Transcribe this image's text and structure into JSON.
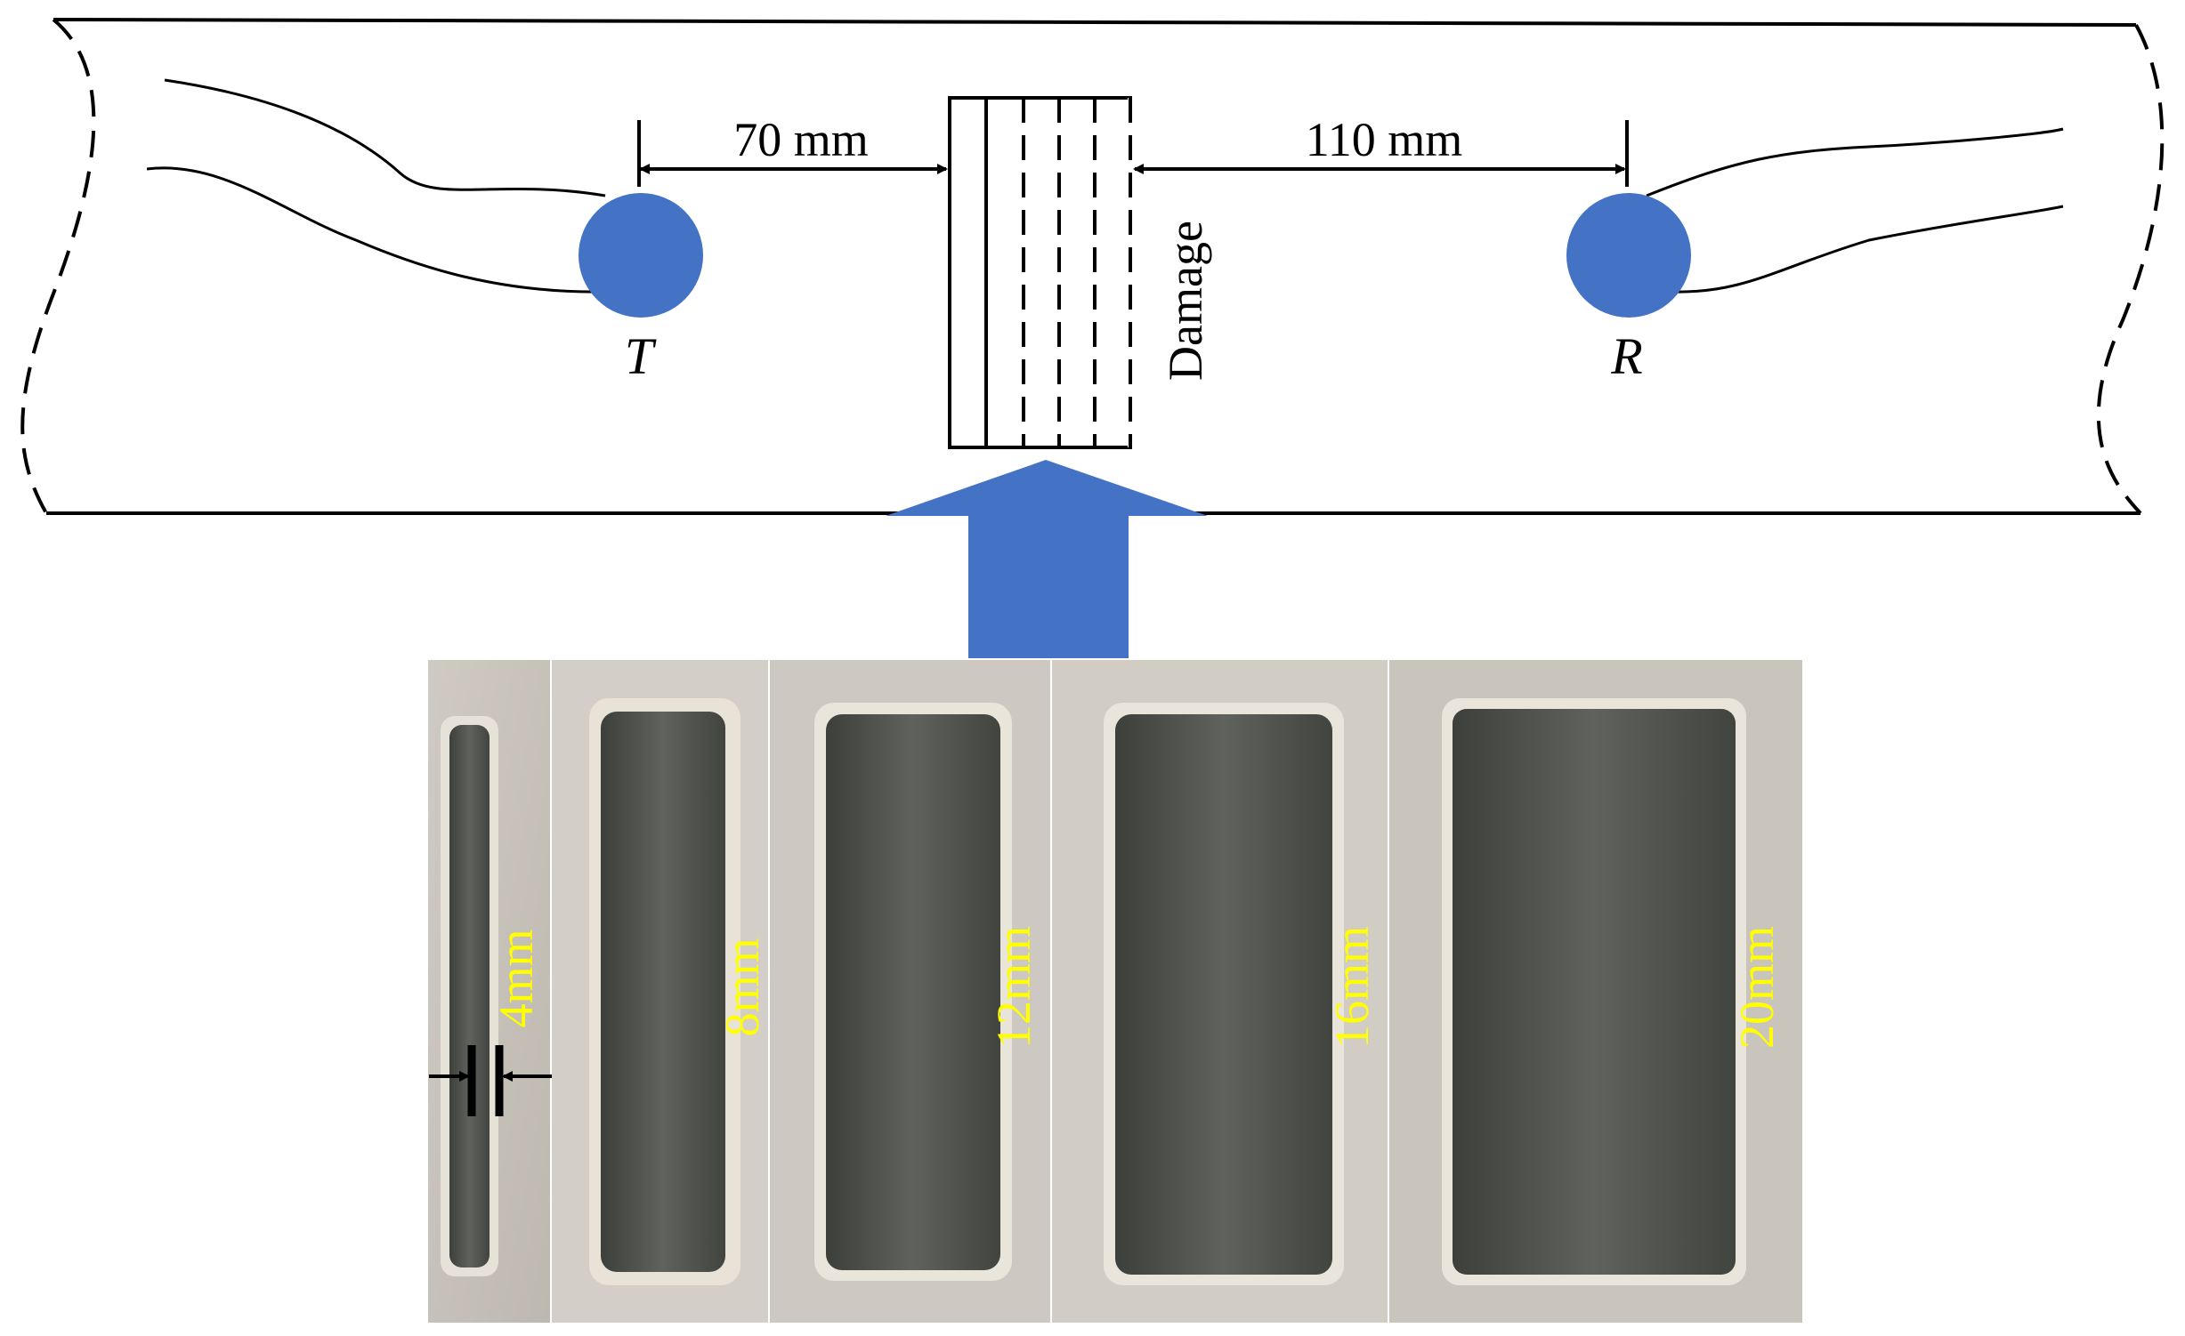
{
  "diagram": {
    "distance_left": "70 mm",
    "distance_right": "110 mm",
    "damage_label": "Damage",
    "transmitter_label": "T",
    "receiver_label": "R"
  },
  "photos": {
    "labels": [
      "4mm",
      "8mm",
      "12mm",
      "16mm",
      "20mm"
    ]
  },
  "colors": {
    "sensor": "#4472c4",
    "arrow": "#4472c4",
    "width_label": "#ffff00",
    "line": "#000000"
  }
}
